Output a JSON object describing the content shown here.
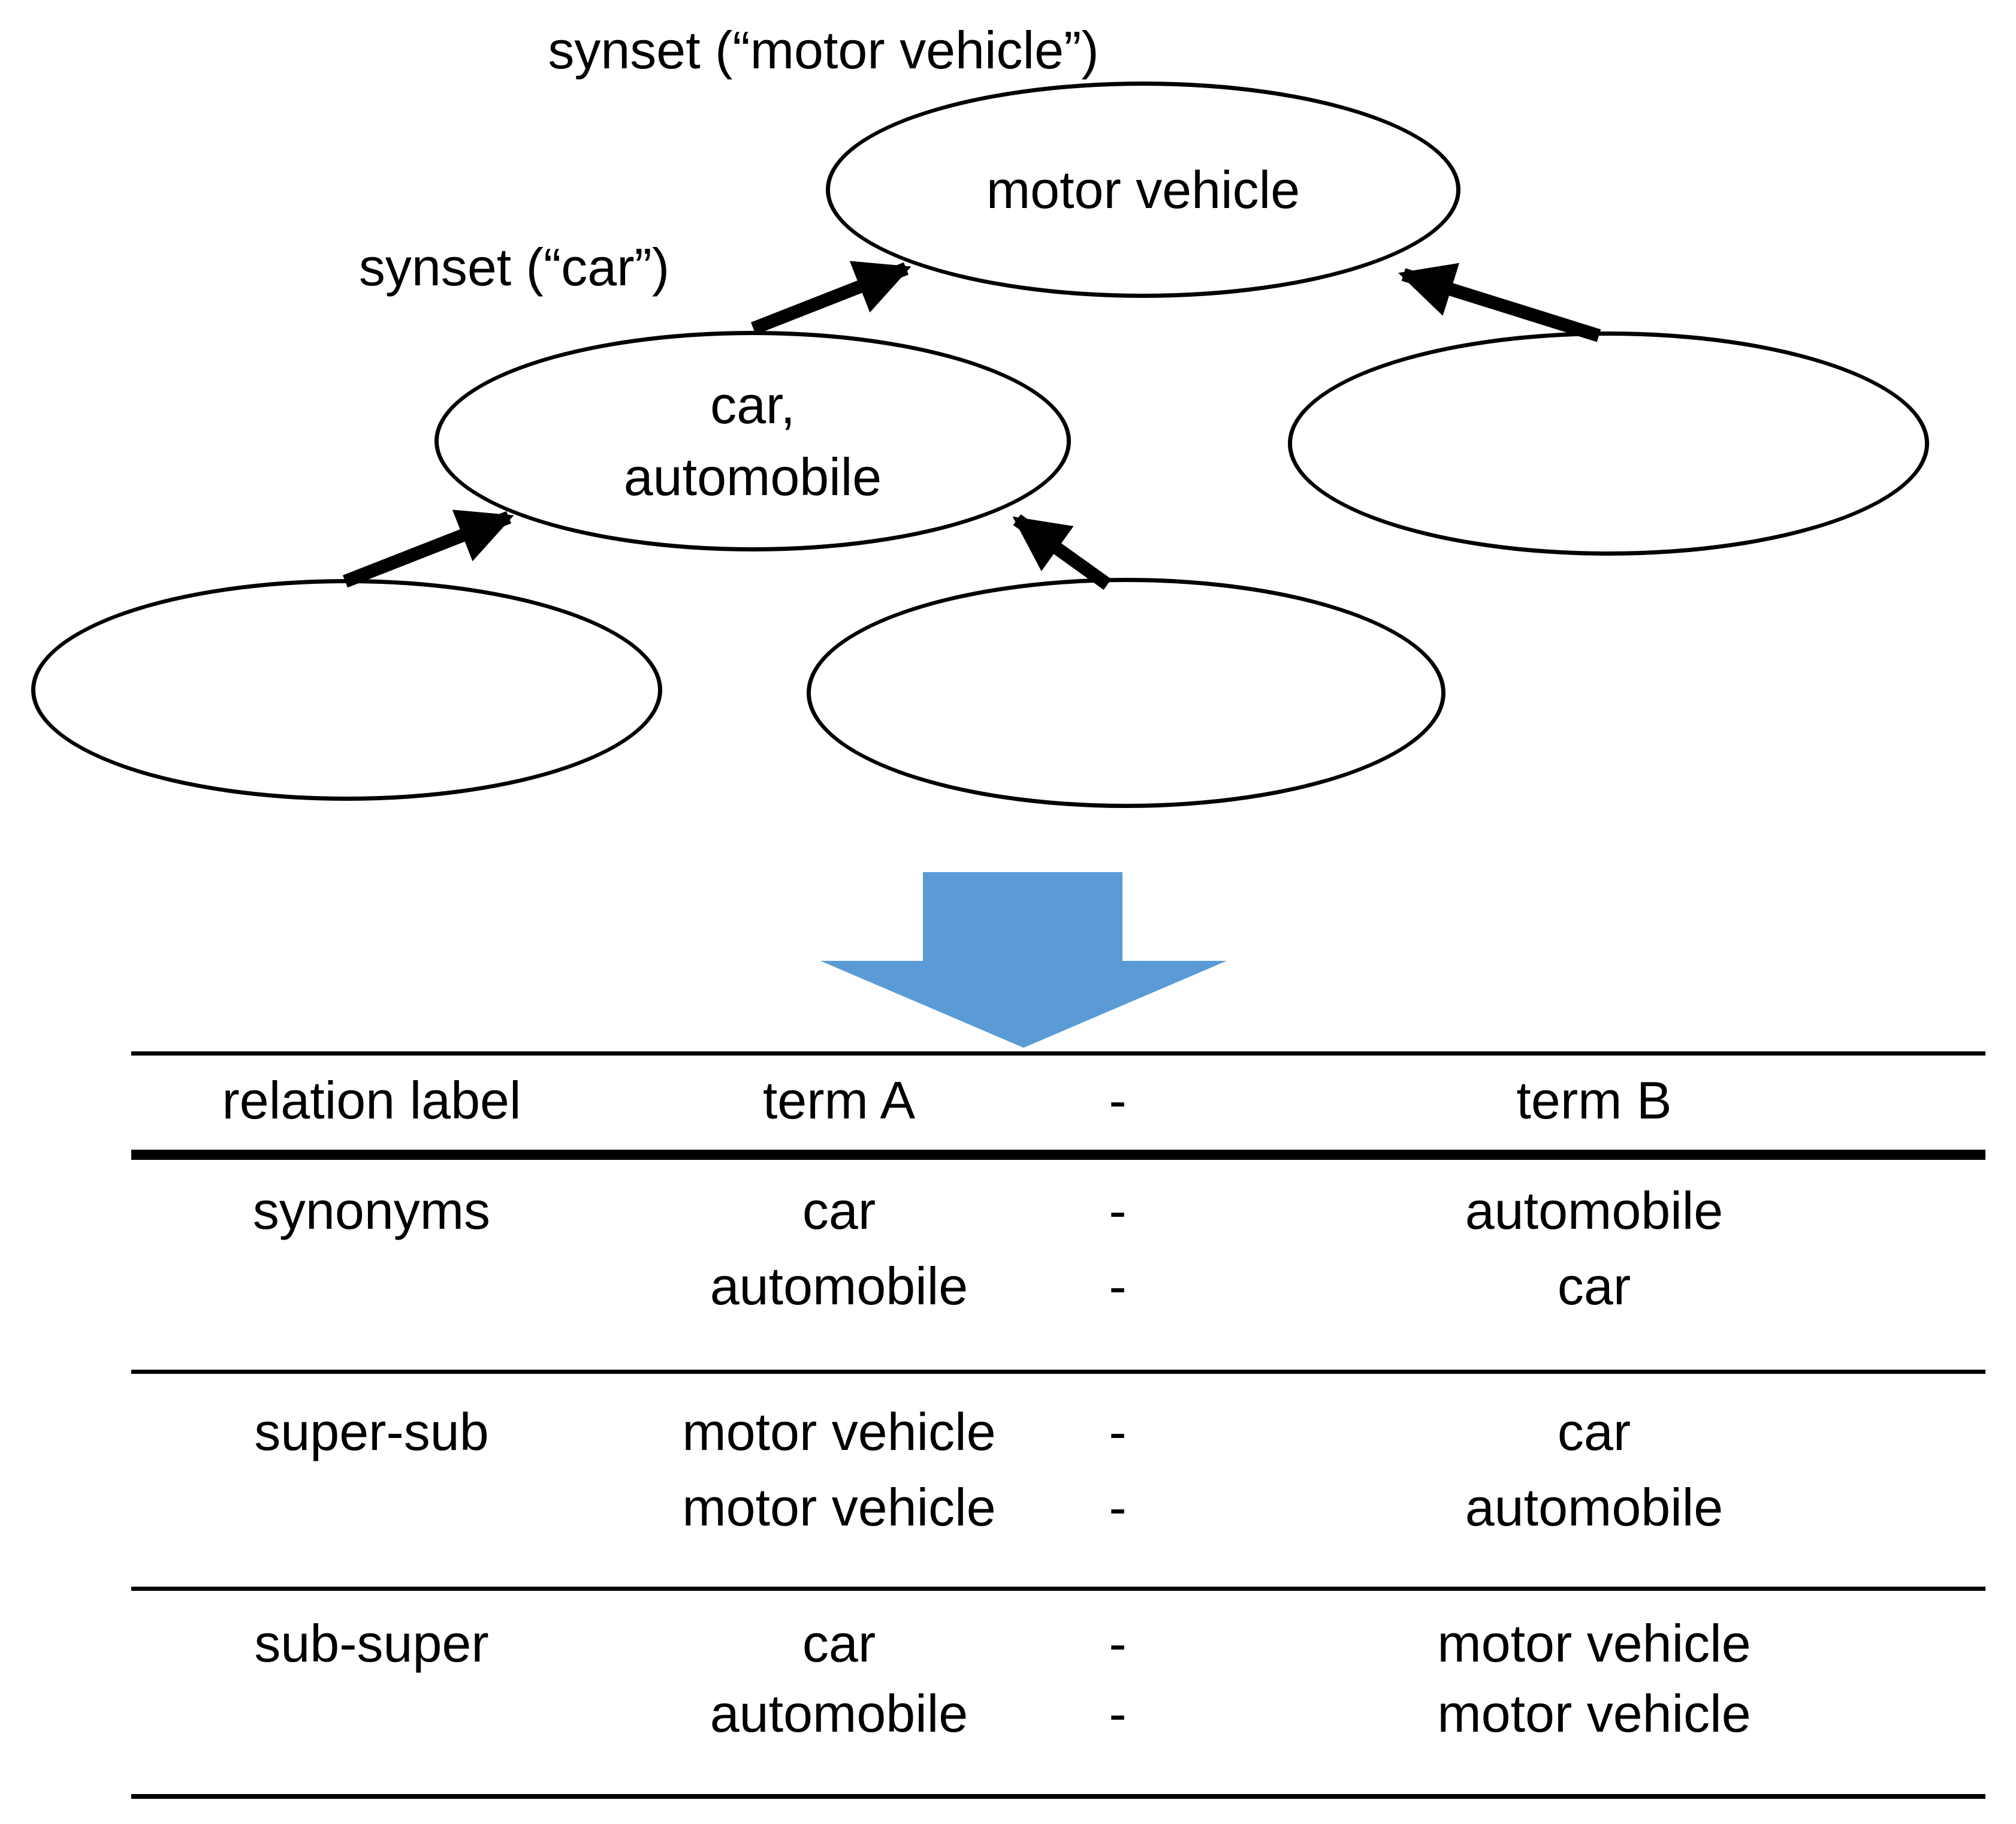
{
  "diagram": {
    "synset_label_motor_vehicle": "synset (“motor vehicle”)",
    "synset_label_car": "synset (“car”)",
    "node_motor_vehicle": "motor vehicle",
    "node_car_line1": "car,",
    "node_car_line2": "automobile",
    "empty_node_right": "",
    "empty_node_bottom_left": "",
    "empty_node_bottom_center": ""
  },
  "colors": {
    "accent_blue": "#5B9BD5",
    "ink": "#000000"
  },
  "table": {
    "headers": {
      "relation": "relation label",
      "term_a": "term A",
      "dash": "-",
      "term_b": "term B"
    },
    "groups": [
      {
        "label": "synonyms",
        "rows": [
          {
            "a": "car",
            "dash": "-",
            "b": "automobile"
          },
          {
            "a": "automobile",
            "dash": "-",
            "b": "car"
          }
        ]
      },
      {
        "label": "super-sub",
        "rows": [
          {
            "a": "motor vehicle",
            "dash": "-",
            "b": "car"
          },
          {
            "a": "motor vehicle",
            "dash": "-",
            "b": "automobile"
          }
        ]
      },
      {
        "label": "sub-super",
        "rows": [
          {
            "a": "car",
            "dash": "-",
            "b": "motor vehicle"
          },
          {
            "a": "automobile",
            "dash": "-",
            "b": "motor vehicle"
          }
        ]
      }
    ]
  }
}
